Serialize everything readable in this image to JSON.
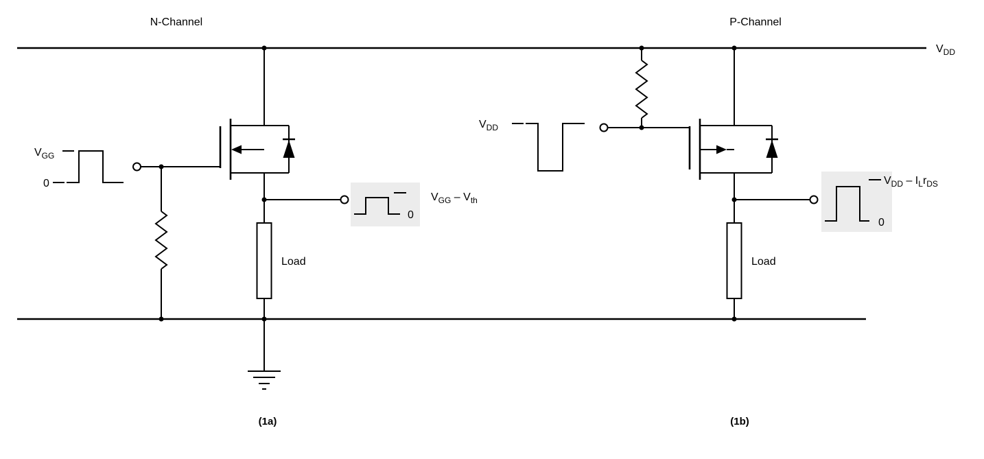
{
  "diagram": {
    "highlight_color": "#ececec",
    "line_color": "#000000",
    "rail_label": {
      "main": "V",
      "sub": "DD"
    },
    "left": {
      "title": "N-Channel",
      "caption": "(1a)",
      "input": {
        "main": "V",
        "sub": "GG",
        "zero": "0"
      },
      "output_zero": "0",
      "load": "Load",
      "level": {
        "p1": "V",
        "s1": "GG",
        "p2": " – V",
        "s2": "th"
      }
    },
    "right": {
      "title": "P-Channel",
      "caption": "(1b)",
      "input": {
        "main": "V",
        "sub": "DD"
      },
      "output_zero": "0",
      "load": "Load",
      "level": {
        "p1": "V",
        "s1": "DD",
        "p2": " – I",
        "s2": "L",
        "p3": "r",
        "s3": "DS"
      }
    }
  }
}
